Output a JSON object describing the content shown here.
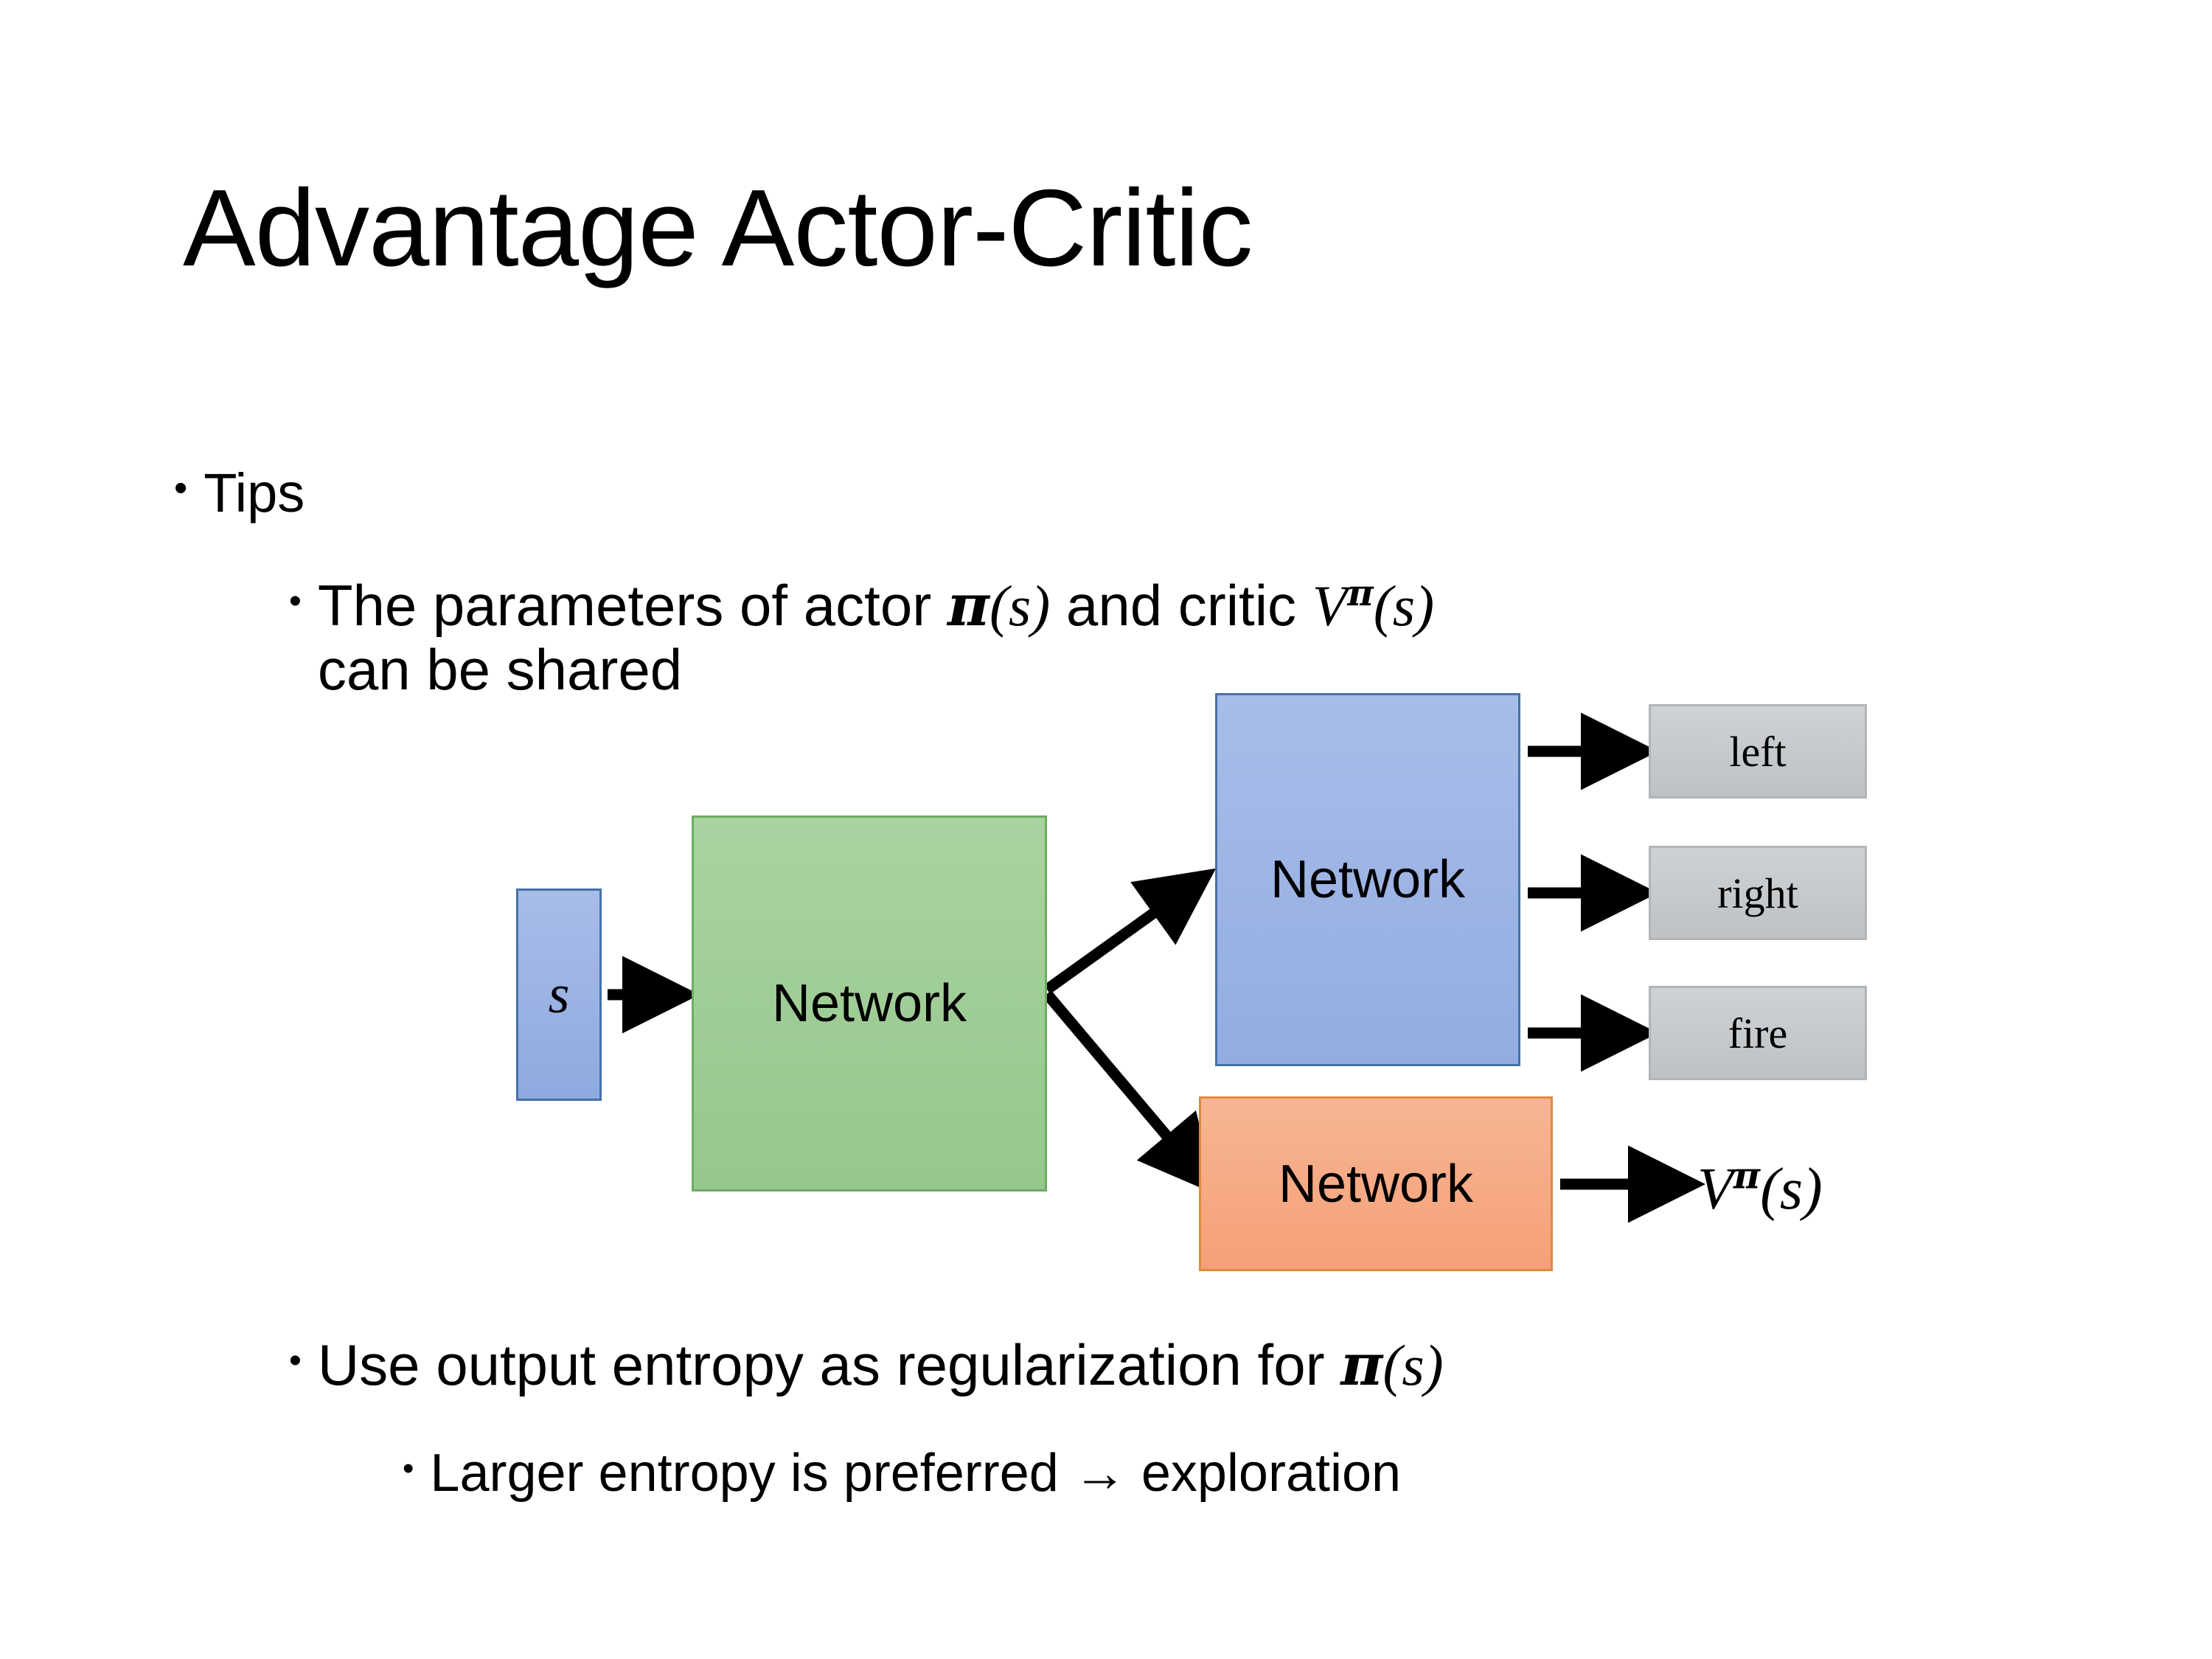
{
  "slide": {
    "title": "Advantage Actor-Critic",
    "background": "#ffffff"
  },
  "bullets": {
    "tips": {
      "marker": "•",
      "text": "Tips"
    },
    "shared_params": {
      "marker": "•",
      "text_part1": "The parameters of actor ",
      "math_actor_pi": "π",
      "math_actor_args": "(s)",
      "text_part2": "  and critic ",
      "math_critic_V": "V",
      "math_critic_sup": "π",
      "math_critic_args": "(s)",
      "text_part3": "can be shared"
    },
    "entropy": {
      "marker": "•",
      "text_part1": "Use output entropy as regularization for ",
      "math_pi": "π",
      "math_args": "(s)"
    },
    "larger_entropy": {
      "marker": "•",
      "text": "Larger entropy is preferred → exploration"
    }
  },
  "diagram": {
    "state_box": {
      "label": "s",
      "fill": "#97b0e2",
      "border": "#4472a8"
    },
    "shared_network": {
      "label": "Network",
      "fill": "#9ecd93",
      "border": "#6ead61"
    },
    "actor_network": {
      "label": "Network",
      "fill": "#9ab1e4",
      "border": "#4472a8"
    },
    "critic_network": {
      "label": "Network",
      "fill": "#f6a87f",
      "border": "#e08a3c"
    },
    "action_outputs": [
      {
        "label": "left",
        "fill": "#c6cacd"
      },
      {
        "label": "right",
        "fill": "#c6cacd"
      },
      {
        "label": "fire",
        "fill": "#c6cacd"
      }
    ],
    "critic_output": {
      "math_V": "V",
      "math_sup": "π",
      "math_args": "(s)"
    },
    "arrow_color": "#000000"
  }
}
